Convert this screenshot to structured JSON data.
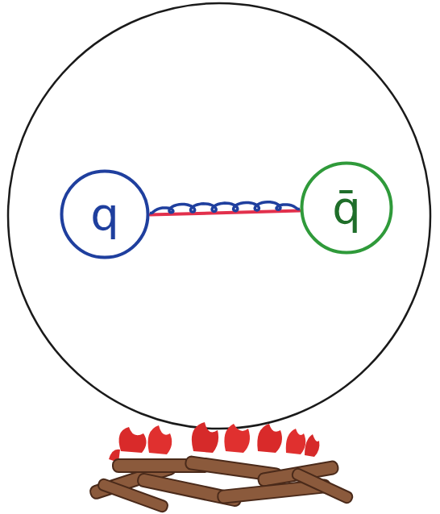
{
  "diagram": {
    "nodes": [
      {
        "text": [
          "q"
        ]
      },
      {
        "text": [
          "q̄"
        ]
      }
    ],
    "edges": [
      {
        "from": 0,
        "to": 1,
        "arrow": "none"
      }
    ]
  }
}
